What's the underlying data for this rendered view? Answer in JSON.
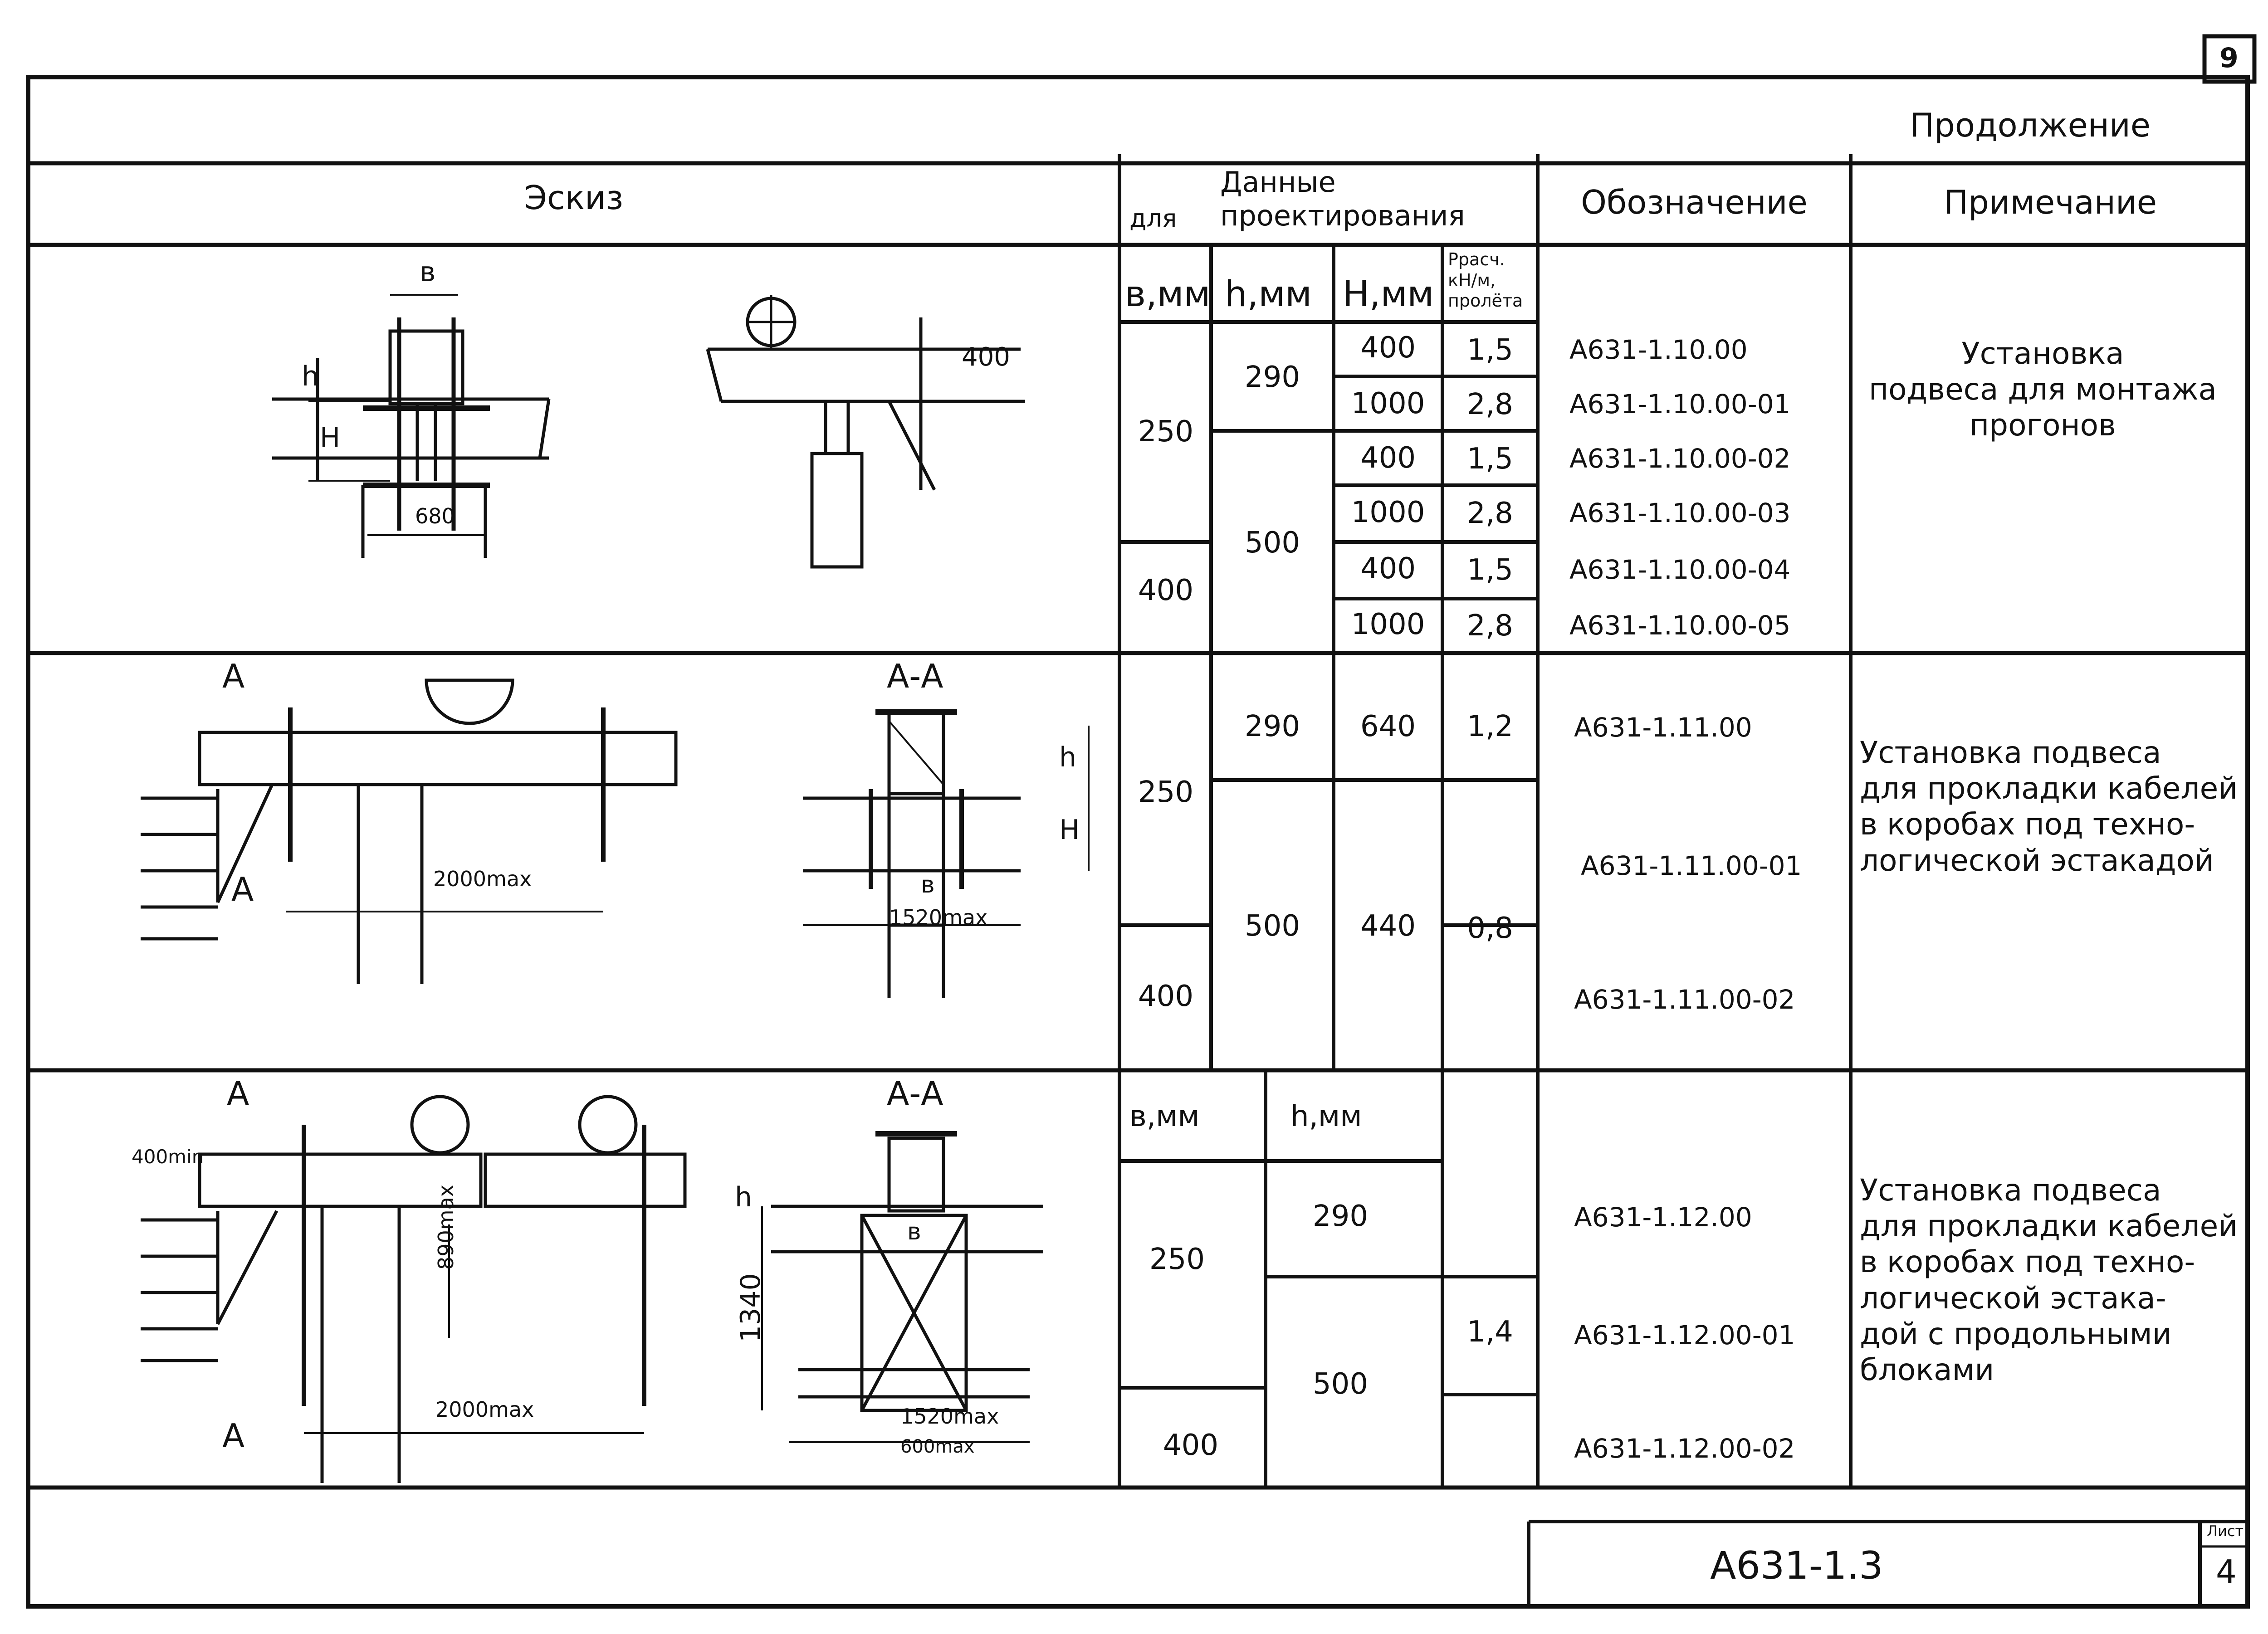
{
  "page_number": "9",
  "continuation": "Продолжение",
  "header": {
    "sketch": "Эскиз",
    "design_data_for": "для",
    "design_data": "Данные\nпроектирования",
    "designation": "Обозначение",
    "note": "Примечание"
  },
  "subheader": {
    "b": "в,мм",
    "h": "h,мм",
    "H": "H,мм",
    "load": "Ррасч.\nкН/м,\nпролёта"
  },
  "section1": {
    "b": [
      "250",
      "400"
    ],
    "h": [
      "290",
      "500"
    ],
    "H": [
      "400",
      "1000",
      "400",
      "1000",
      "400",
      "1000"
    ],
    "load": [
      "1,5",
      "2,8",
      "1,5",
      "2,8",
      "1,5",
      "2,8"
    ],
    "designations": [
      "А631-1.10.00",
      "А631-1.10.00-01",
      "А631-1.10.00-02",
      "А631-1.10.00-03",
      "А631-1.10.00-04",
      "А631-1.10.00-05"
    ],
    "note": "Установка\nподвеса для монтажа\nпрогонов",
    "dims": {
      "b": "в",
      "h": "h",
      "H": "H",
      "w": "680",
      "right": "400"
    }
  },
  "section2": {
    "b": [
      "250",
      "400"
    ],
    "h": [
      "290",
      "500"
    ],
    "H": [
      "640",
      "440"
    ],
    "load": [
      "1,2",
      "0,8"
    ],
    "designations": [
      "А631-1.11.00",
      "А631-1.11.00-01",
      "А631-1.11.00-02"
    ],
    "note": "Установка подвеса\nдля прокладки кабелей\nв коробах под техно-\nлогической эстакадой",
    "dims": {
      "section": "А",
      "section_aa": "А-А",
      "span": "2000max",
      "width": "1520max",
      "h": "h",
      "H": "H",
      "b": "в"
    }
  },
  "section3": {
    "b_label": "в,мм",
    "h_label": "h,мм",
    "b": [
      "250",
      "400"
    ],
    "h": [
      "290",
      "500"
    ],
    "load": "1,4",
    "designations": [
      "А631-1.12.00",
      "А631-1.12.00-01",
      "А631-1.12.00-02"
    ],
    "note": "Установка подвеса\nдля прокладки кабелей\nв коробах под техно-\nлогической эстака-\nдой с продольными\nблоками",
    "dims": {
      "section": "А",
      "section_aa": "А-А",
      "min400": "400min",
      "vert890": "890max",
      "span": "2000max",
      "h": "h",
      "height": "1340",
      "width": "1520max",
      "bottom": "600max",
      "b": "в"
    }
  },
  "stamp": {
    "code": "А631-1.3",
    "sheet_label": "Лист",
    "sheet": "4"
  }
}
